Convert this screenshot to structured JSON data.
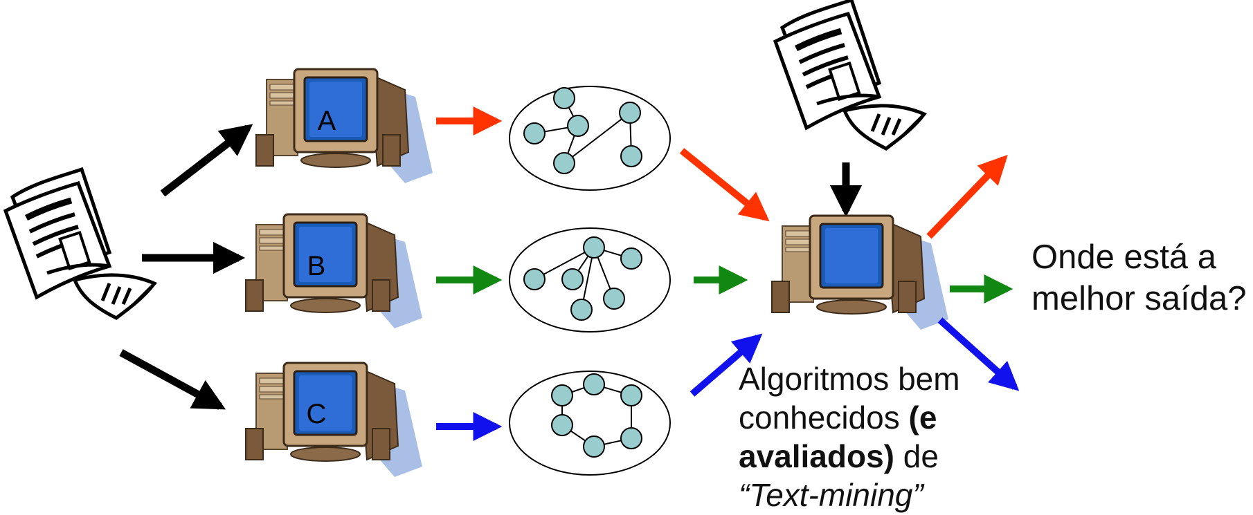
{
  "computers": {
    "a": {
      "label": "A"
    },
    "b": {
      "label": "B"
    },
    "c": {
      "label": "C"
    }
  },
  "question": {
    "line1": "Onde está a",
    "line2": "melhor saída?"
  },
  "caption": {
    "line1": "Algoritmos bem",
    "line2_plain": "conhecidos ",
    "line2_bold": "(e",
    "line3_bold": "avaliados)",
    "line3_plain": " de",
    "line4_italic": "“Text-mining”"
  },
  "colors": {
    "black_arrow": "#000000",
    "red_arrow": "#ff3300",
    "green_arrow": "#118811",
    "blue_arrow": "#1111ee",
    "node_fill": "#99cccc",
    "screen_blue": "#1a5bb8",
    "monitor_body": "#c8a77e",
    "shadow": "#a9bfe6"
  },
  "icons": [
    "newspaper-icon",
    "computer-icon",
    "graph-icon",
    "arrow-icon"
  ]
}
